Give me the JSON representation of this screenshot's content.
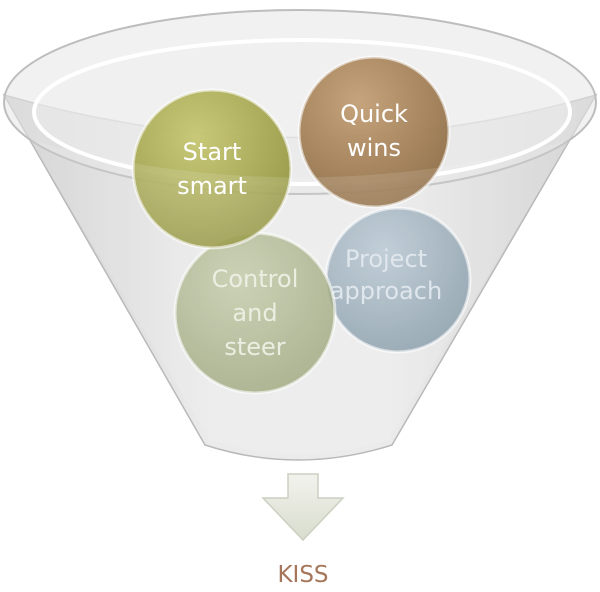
{
  "colors": {
    "start_smart": "#a3a446",
    "quick_wins": "#a67f52",
    "control_and_steer": "#9aa677",
    "project_approach": "#7d97a8",
    "funnel": "#dcdcdc",
    "result": "#a6765a"
  },
  "circles": {
    "start_smart": {
      "line1": "Start",
      "line2": "smart"
    },
    "quick_wins": {
      "line1": "Quick",
      "line2": "wins"
    },
    "control_and_steer": {
      "line1": "Control",
      "line2": "and",
      "line3": "steer"
    },
    "project_approach": {
      "line1": "Project",
      "line2": "approach"
    }
  },
  "result": {
    "label": "KISS",
    "icon": "arrow-down-icon"
  }
}
